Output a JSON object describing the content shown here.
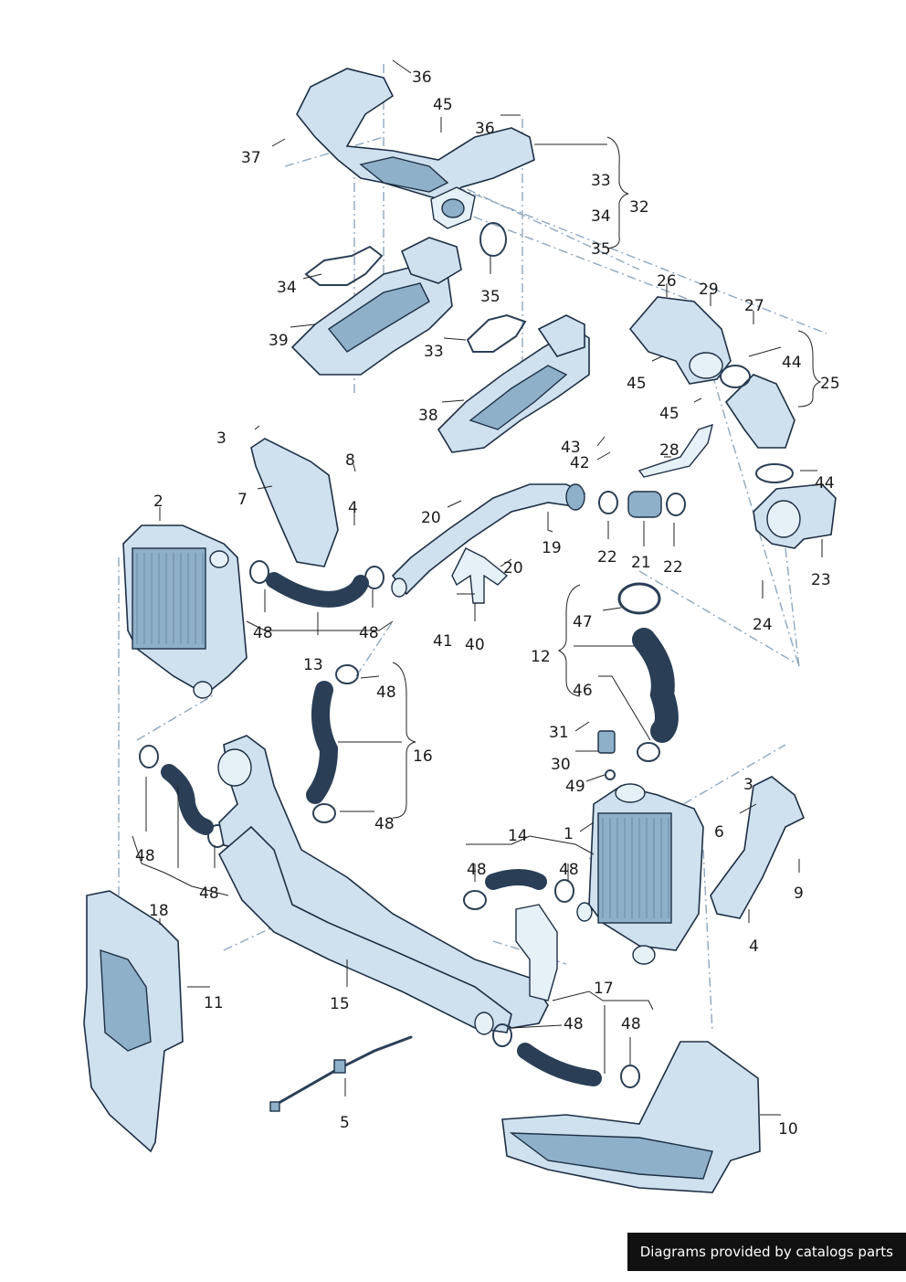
{
  "diagram": {
    "callouts": [
      "36",
      "45",
      "36",
      "37",
      "33",
      "34",
      "35",
      "32",
      "34",
      "35",
      "39",
      "33",
      "38",
      "26",
      "29",
      "27",
      "45",
      "44",
      "25",
      "45",
      "43",
      "42",
      "28",
      "44",
      "3",
      "8",
      "7",
      "4",
      "2",
      "20",
      "19",
      "22",
      "21",
      "22",
      "20",
      "23",
      "24",
      "41",
      "40",
      "48",
      "48",
      "13",
      "48",
      "47",
      "12",
      "46",
      "31",
      "30",
      "49",
      "16",
      "48",
      "1",
      "3",
      "6",
      "14",
      "48",
      "48",
      "9",
      "48",
      "48",
      "18",
      "4",
      "11",
      "15",
      "17",
      "48",
      "48",
      "5",
      "10"
    ]
  },
  "footer": {
    "credit": "Diagrams provided by catalogs parts"
  }
}
